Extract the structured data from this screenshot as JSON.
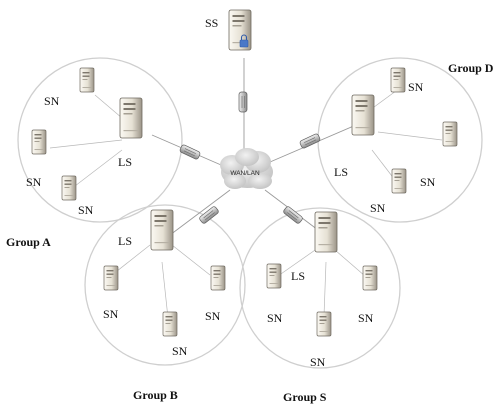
{
  "labels": {
    "server_sn": "SN",
    "server_ls": "LS",
    "server_ss": "SS",
    "network": "WAN/LAN",
    "group_a": "Group A",
    "group_b": "Group B",
    "group_d": "Group D",
    "group_s": "Group S"
  },
  "colors": {
    "circle_stroke": "#cfcfcf",
    "link": "#9a9a9a",
    "server_light": "#f4f1e8",
    "server_dark": "#9a9387",
    "cloud": "#d8d8d8",
    "lock": "#4a78c8"
  },
  "icons": [
    "server-icon",
    "router-icon",
    "cloud-icon",
    "lock-icon"
  ]
}
